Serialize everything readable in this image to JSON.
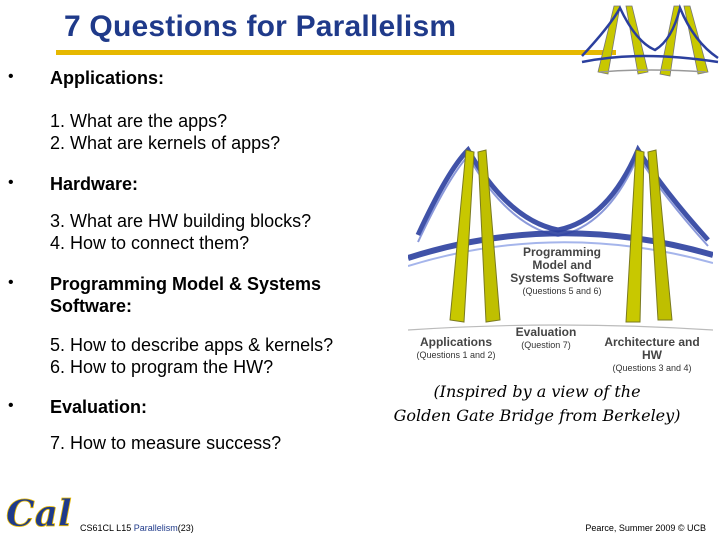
{
  "title": "7 Questions for Parallelism",
  "bullet_char": "•",
  "sections": [
    {
      "heading": "Applications:",
      "items": [
        "1. What are the apps?",
        "2. What are kernels of apps?"
      ]
    },
    {
      "heading": "Hardware:",
      "items": [
        "3. What are HW building blocks?",
        "4. How to connect them?"
      ]
    },
    {
      "heading_lines": [
        "Programming Model & Systems",
        "Software:"
      ],
      "items": [
        "5. How to describe apps & kernels?",
        "6. How to program the HW?"
      ]
    },
    {
      "heading": "Evaluation:",
      "items": [
        "7. How to measure success?"
      ]
    }
  ],
  "diagram": {
    "programming": {
      "label_lines": [
        "Programming",
        "Model and",
        "Systems Software"
      ],
      "sub": "(Questions 5 and 6)"
    },
    "evaluation": {
      "label": "Evaluation",
      "sub": "(Question 7)"
    },
    "applications": {
      "label": "Applications",
      "sub": "(Questions 1 and 2)"
    },
    "architecture": {
      "label": "Architecture and HW",
      "sub": "(Questions 3 and 4)"
    }
  },
  "quote_lines": [
    "(Inspired by a view of the",
    "Golden Gate Bridge from Berkeley)"
  ],
  "footer": {
    "course_prefix": "CS61CL L15 ",
    "course_topic": "Parallelism",
    "course_suffix": "(23)",
    "credit": "Pearce, Summer 2009 © UCB"
  },
  "colors": {
    "title": "#1f3a8a",
    "title_rule": "#e6b800",
    "bridge_tower": "#c8c800",
    "bridge_cable": "#2b3f9e",
    "cal_logo": "#1f3a8a"
  },
  "icons": {
    "top_right": "bridge-logo-icon",
    "bottom_left": "cal-logo-icon"
  }
}
